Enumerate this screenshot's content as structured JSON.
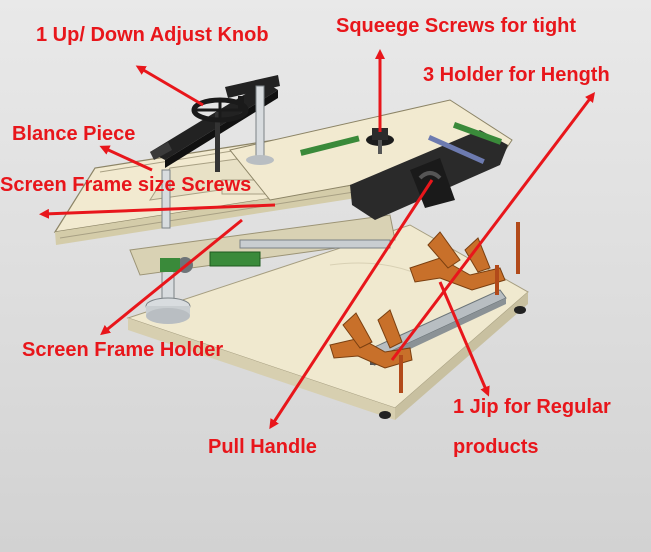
{
  "labels": {
    "up_down_knob": "1 Up/ Down Adjust Knob",
    "squeegee_screws": "Squeege Screws for tight",
    "holder_length": "3 Holder for Hength",
    "balance_piece": "Blance Piece",
    "frame_size_screws": "Screen Frame size Screws",
    "frame_holder": "Screen Frame Holder",
    "pull_handle": "Pull Handle",
    "jip_line1": "1 Jip for Regular",
    "jip_line2": "products"
  },
  "colors": {
    "label": "#e8161b",
    "arrow": "#e8161b",
    "base": "#f0e9cf",
    "frame": "#f2ead0",
    "dark": "#1e1e1e",
    "wood": "#c8702a",
    "steel": "#b8bec2",
    "green": "#3a8a3a"
  }
}
